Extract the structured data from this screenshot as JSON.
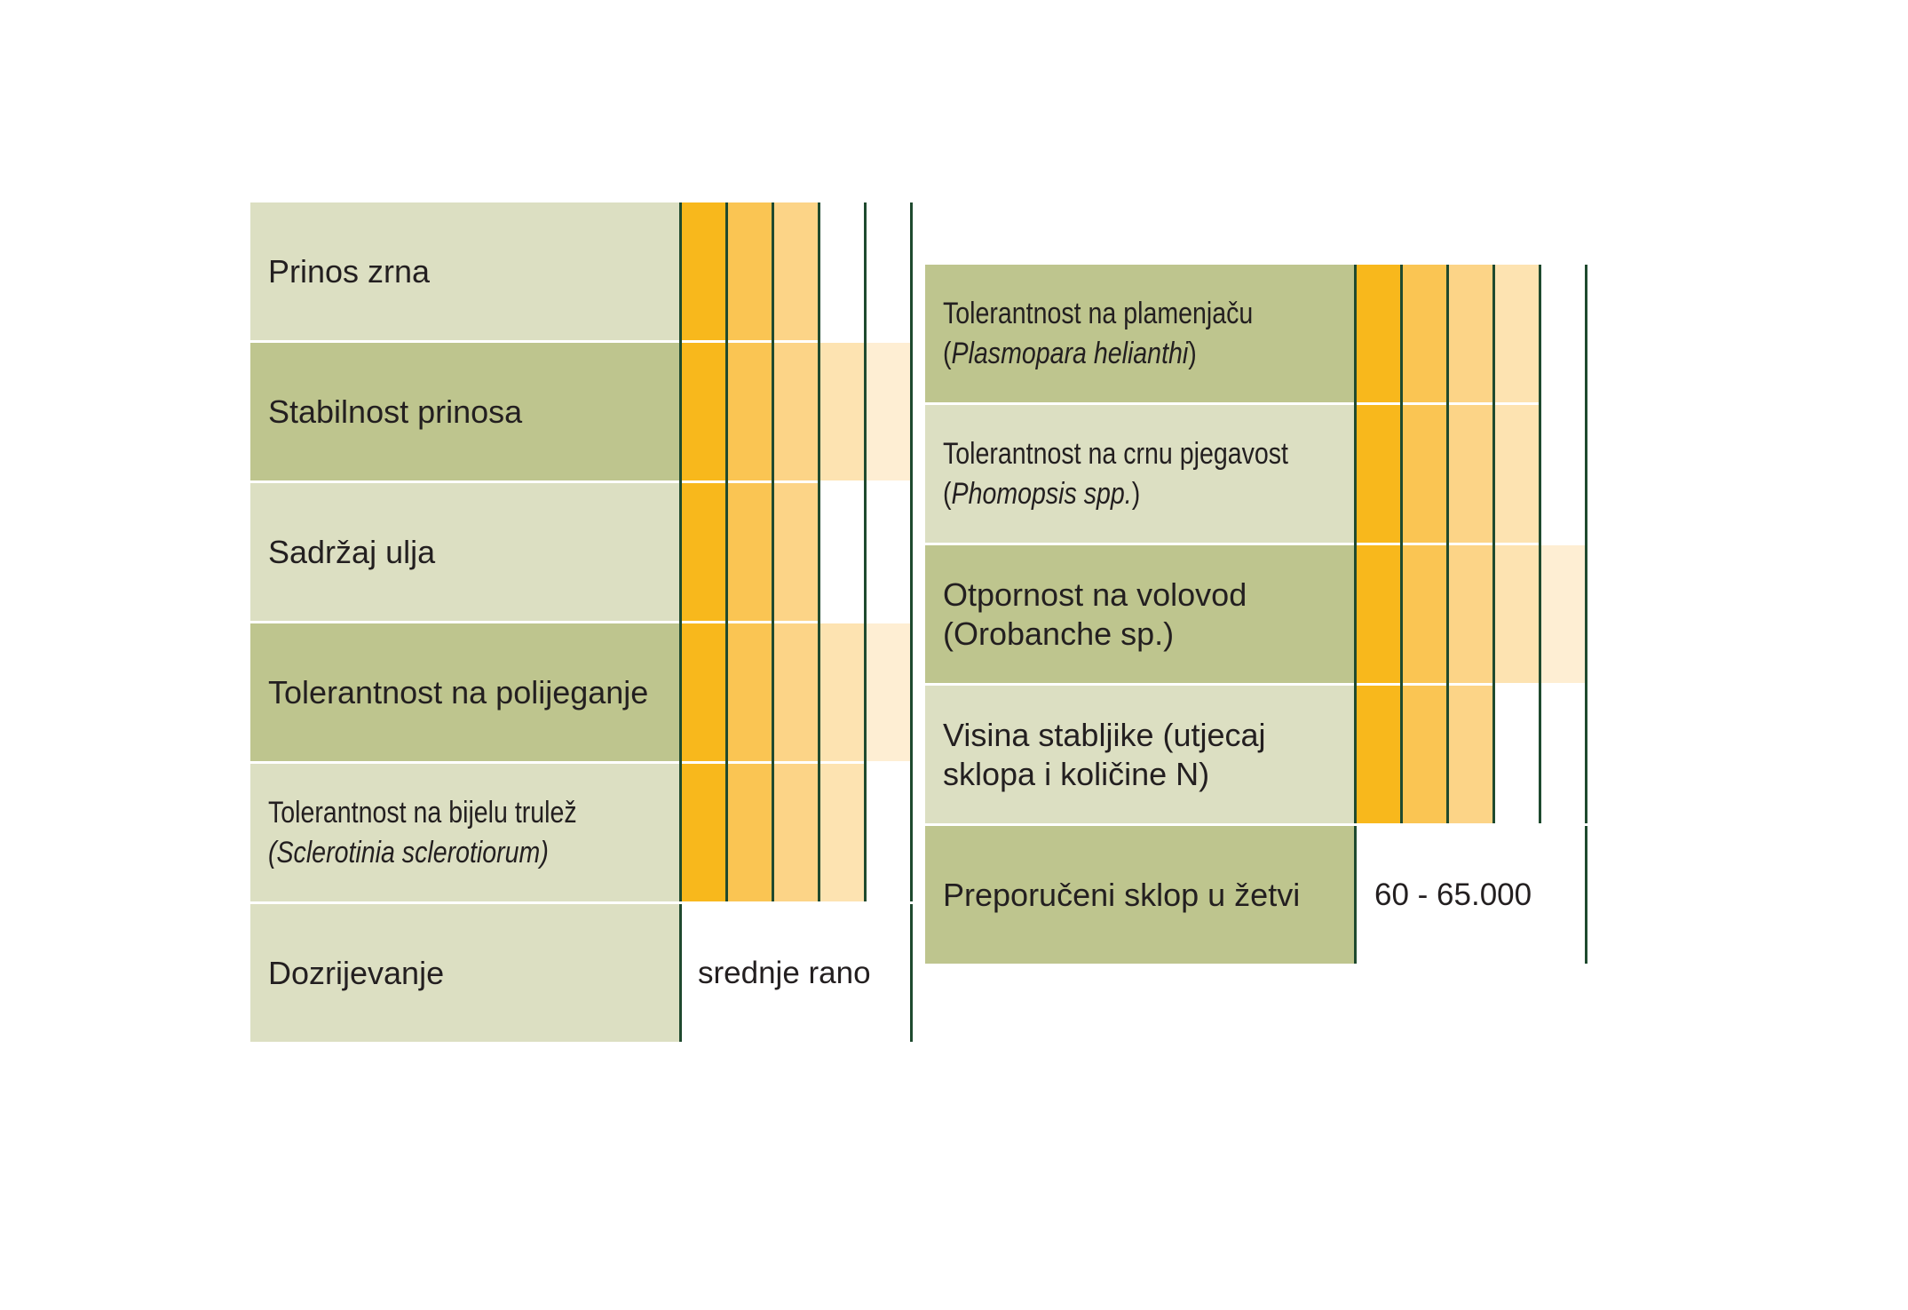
{
  "colors": {
    "light_row": "#dcdfc2",
    "dark_row": "#bec58e",
    "grid_line": "#1f4a2f",
    "level_colors": [
      "#f8b81c",
      "#fac553",
      "#fcd487",
      "#fde3b1",
      "#feeed3"
    ]
  },
  "left_table": {
    "rows": [
      {
        "label": "Prinos zrna",
        "level": 3
      },
      {
        "label": "Stabilnost prinosa",
        "level": 5
      },
      {
        "label": "Sadržaj ulja",
        "level": 3
      },
      {
        "label": "Tolerantnost na polijeganje",
        "level": 5
      },
      {
        "label_line1": "Tolerantnost na bijelu trulež",
        "label_line2": "(Sclerotinia sclerotiorum)",
        "level": 4
      },
      {
        "label": "Dozrijevanje",
        "value": "srednje rano"
      }
    ]
  },
  "right_table": {
    "rows": [
      {
        "label_line1": "Tolerantnost na plamenjaču",
        "label_line2_open": "(",
        "label_line2_italic": "Plasmopara helianthi",
        "label_line2_close": ")",
        "level": 4
      },
      {
        "label_line1": "Tolerantnost na crnu pjegavost",
        "label_line2_open": "(",
        "label_line2_italic": "Phomopsis spp.",
        "label_line2_close": ")",
        "level": 4
      },
      {
        "label_line1": "Otpornost na volovod",
        "label_line2": "(Orobanche sp.)",
        "level": 5
      },
      {
        "label_line1": "Visina stabljike (utjecaj",
        "label_line2": "sklopa i količine N)",
        "level": 3
      },
      {
        "label": "Preporučeni sklop u žetvi",
        "value": "60 - 65.000"
      }
    ]
  }
}
